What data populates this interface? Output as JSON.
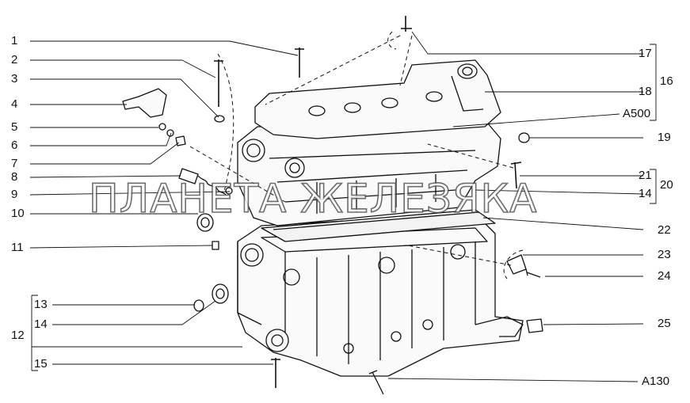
{
  "diagram": {
    "labels_left": [
      "1",
      "2",
      "3",
      "4",
      "5",
      "6",
      "7",
      "8",
      "9",
      "10",
      "11",
      "12",
      "13",
      "14",
      "15"
    ],
    "labels_right": [
      "17",
      "16",
      "18",
      "A500",
      "19",
      "21",
      "20",
      "14",
      "22",
      "23",
      "24",
      "25",
      "A130"
    ]
  },
  "watermark": "ПЛАНЕТА ЖЕЛЕЗЯКА",
  "colors": {
    "ink": "#111111",
    "background": "#ffffff"
  }
}
